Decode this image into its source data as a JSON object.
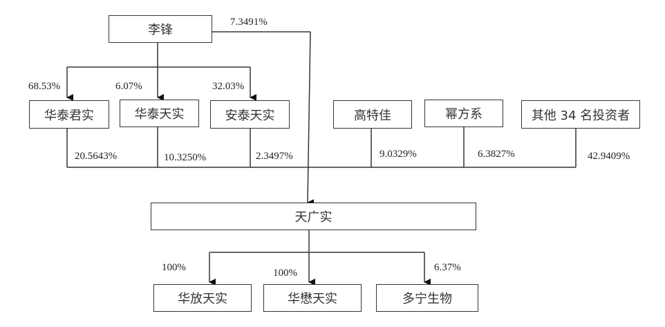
{
  "diagram": {
    "type": "ownership-structure",
    "top": {
      "name": "李锋"
    },
    "li_feng_direct": {
      "pct": "7.3491%"
    },
    "li_feng_subsidiaries": [
      {
        "name": "华泰君实",
        "li_feng_pct": "68.53%",
        "stake_in_tgs": "20.5643%"
      },
      {
        "name": "华泰天实",
        "li_feng_pct": "6.07%",
        "stake_in_tgs": "10.3250%"
      },
      {
        "name": "安泰天实",
        "li_feng_pct": "32.03%",
        "stake_in_tgs": "2.3497%"
      }
    ],
    "other_shareholders": [
      {
        "name": "高特佳",
        "stake_in_tgs": "9.0329%"
      },
      {
        "name": "幂方系",
        "stake_in_tgs": "6.3827%"
      },
      {
        "name": "其他 34 名投资者",
        "stake_in_tgs": "42.9409%"
      }
    ],
    "center": {
      "name": "天广实"
    },
    "subsidiaries": [
      {
        "name": "华放天实",
        "pct": "100%"
      },
      {
        "name": "华懋天实",
        "pct": "100%"
      },
      {
        "name": "多宁生物",
        "pct": "6.37%"
      }
    ],
    "colors": {
      "line": "#333333",
      "box_border": "#333333",
      "text": "#222222",
      "background": "#ffffff"
    }
  }
}
